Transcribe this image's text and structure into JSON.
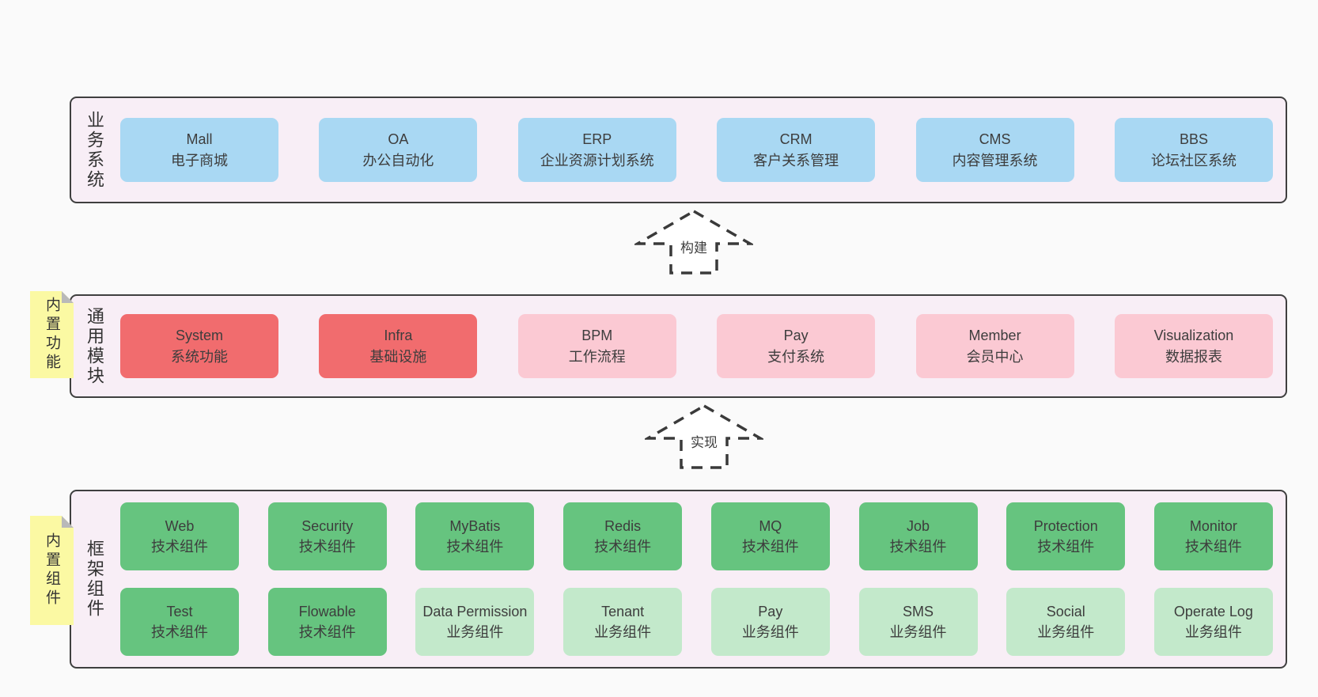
{
  "colors": {
    "page_bg": "#fafafa",
    "band_bg": "#f8eef6",
    "band_border": "#3f3f3f",
    "blue": "#a9d8f3",
    "red": "#f16c6e",
    "pink": "#fbc9d3",
    "green": "#66c47f",
    "green_light": "#c3e9cb",
    "note_yellow": "#fbf9a3",
    "note_fold": "#b9b9b9",
    "text": "#3d3d3d",
    "arrow_stroke": "#3a3a3a"
  },
  "arrows": {
    "build": "构建",
    "implement": "实现"
  },
  "bands": {
    "business": {
      "label": "业务系统",
      "boxes": [
        {
          "en": "Mall",
          "zh": "电子商城",
          "variant": "blue"
        },
        {
          "en": "OA",
          "zh": "办公自动化",
          "variant": "blue"
        },
        {
          "en": "ERP",
          "zh": "企业资源计划系统",
          "variant": "blue"
        },
        {
          "en": "CRM",
          "zh": "客户关系管理",
          "variant": "blue"
        },
        {
          "en": "CMS",
          "zh": "内容管理系统",
          "variant": "blue"
        },
        {
          "en": "BBS",
          "zh": "论坛社区系统",
          "variant": "blue"
        }
      ]
    },
    "common": {
      "label": "通用模块",
      "note": "内置功能",
      "boxes": [
        {
          "en": "System",
          "zh": "系统功能",
          "variant": "red"
        },
        {
          "en": "Infra",
          "zh": "基础设施",
          "variant": "red"
        },
        {
          "en": "BPM",
          "zh": "工作流程",
          "variant": "pink"
        },
        {
          "en": "Pay",
          "zh": "支付系统",
          "variant": "pink"
        },
        {
          "en": "Member",
          "zh": "会员中心",
          "variant": "pink"
        },
        {
          "en": "Visualization",
          "zh": "数据报表",
          "variant": "pink"
        }
      ]
    },
    "framework": {
      "label": "框架组件",
      "note": "内置组件",
      "rows": [
        [
          {
            "en": "Web",
            "zh": "技术组件",
            "variant": "green"
          },
          {
            "en": "Security",
            "zh": "技术组件",
            "variant": "green"
          },
          {
            "en": "MyBatis",
            "zh": "技术组件",
            "variant": "green"
          },
          {
            "en": "Redis",
            "zh": "技术组件",
            "variant": "green"
          },
          {
            "en": "MQ",
            "zh": "技术组件",
            "variant": "green"
          },
          {
            "en": "Job",
            "zh": "技术组件",
            "variant": "green"
          },
          {
            "en": "Protection",
            "zh": "技术组件",
            "variant": "green"
          },
          {
            "en": "Monitor",
            "zh": "技术组件",
            "variant": "green"
          }
        ],
        [
          {
            "en": "Test",
            "zh": "技术组件",
            "variant": "green"
          },
          {
            "en": "Flowable",
            "zh": "技术组件",
            "variant": "green"
          },
          {
            "en": "Data Permission",
            "zh": "业务组件",
            "variant": "green-light"
          },
          {
            "en": "Tenant",
            "zh": "业务组件",
            "variant": "green-light"
          },
          {
            "en": "Pay",
            "zh": "业务组件",
            "variant": "green-light"
          },
          {
            "en": "SMS",
            "zh": "业务组件",
            "variant": "green-light"
          },
          {
            "en": "Social",
            "zh": "业务组件",
            "variant": "green-light"
          },
          {
            "en": "Operate Log",
            "zh": "业务组件",
            "variant": "green-light"
          }
        ]
      ]
    }
  }
}
